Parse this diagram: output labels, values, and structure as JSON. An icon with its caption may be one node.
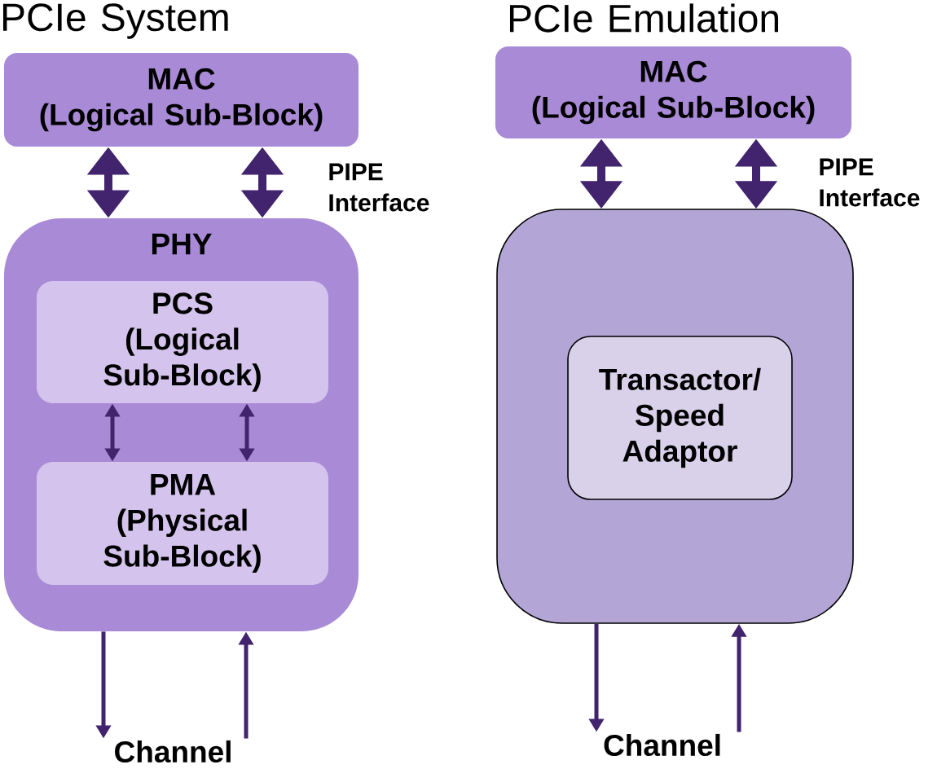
{
  "diagram": {
    "nodes": [
      {
        "text": [
          "MAC",
          "(Logical Sub-Block)"
        ]
      },
      {
        "text": [
          "PHY"
        ]
      },
      {
        "text": [
          "PCS",
          "(Logical Sub-Block)"
        ],
        "in": 1
      },
      {
        "text": [
          "PMA",
          "(Physical Sub-Block)"
        ],
        "in": 1
      },
      {
        "text": [
          "Channel"
        ]
      },
      {
        "text": [
          "MAC",
          "(Logical Sub-Block)"
        ]
      },
      {
        "text": [],
        "shape": "box"
      },
      {
        "text": [
          "Transactor/ Speed Adaptor"
        ],
        "in": 6
      },
      {
        "text": [
          "Channel"
        ]
      }
    ],
    "edges": [
      {
        "from": 0,
        "to": 1,
        "arrow": "both",
        "style": "thick"
      },
      {
        "from": 0,
        "to": 1,
        "arrow": "both",
        "style": "thick"
      },
      {
        "from": 2,
        "to": 3,
        "arrow": "both"
      },
      {
        "from": 2,
        "to": 3,
        "arrow": "both"
      },
      {
        "from": 1,
        "to": 4,
        "arrow": "to"
      },
      {
        "from": 4,
        "to": 1,
        "arrow": "to"
      },
      {
        "from": 5,
        "to": 6,
        "arrow": "both",
        "style": "thick"
      },
      {
        "from": 5,
        "to": 6,
        "arrow": "both",
        "style": "thick"
      },
      {
        "from": 6,
        "to": 8,
        "arrow": "to"
      },
      {
        "from": 8,
        "to": 6,
        "arrow": "to"
      }
    ],
    "labels": [
      "PCIe System",
      "PCIe Emulation",
      "PIPE Interface",
      "PIPE Interface"
    ]
  }
}
